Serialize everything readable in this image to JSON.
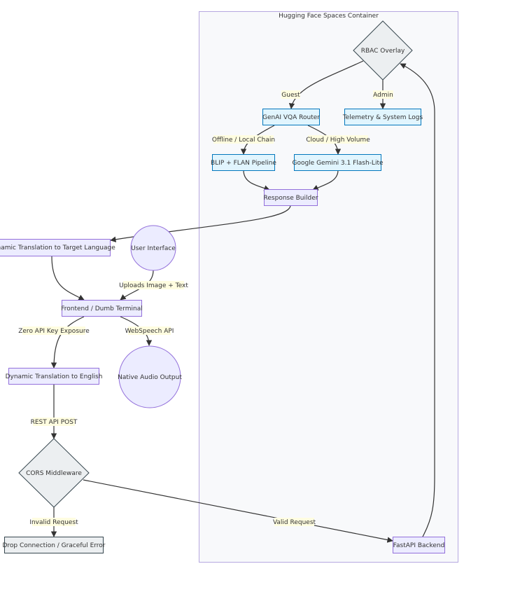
{
  "container": {
    "title": "Hugging Face Spaces Container"
  },
  "nodes": {
    "rbac": "RBAC Overlay",
    "router": "GenAI VQA Router",
    "telemetry": "Telemetry & System Logs",
    "blip": "BLIP + FLAN Pipeline",
    "gemini": "Google Gemini 3.1 Flash-Lite",
    "builder": "Response Builder",
    "translate_target": "Dynamic Translation to Target Language",
    "ui": "User Interface",
    "frontend": "Frontend / Dumb Terminal",
    "translate_en": "Dynamic Translation to English",
    "audio": "Native Audio Output",
    "cors": "CORS Middleware",
    "drop": "Drop Connection / Graceful Error",
    "fastapi": "FastAPI Backend"
  },
  "edges": {
    "guest": "Guest",
    "admin": "Admin",
    "offline": "Offline / Local Chain",
    "cloud": "Cloud / High Volume",
    "uploads": "Uploads Image + Text",
    "zero_api": "Zero API Key Exposure",
    "webspeech": "WebSpeech API",
    "rest": "REST API POST",
    "invalid": "Invalid Request",
    "valid": "Valid Request"
  },
  "colors": {
    "container_fill": "#f8f9fb",
    "container_stroke": "#b6a8e0",
    "default_fill": "#ececff",
    "default_stroke": "#9370db",
    "blue_fill": "#e1f5fe",
    "blue_stroke": "#0277bd",
    "gray_fill": "#eceff1",
    "gray_stroke": "#37474f",
    "label_bg": "#fffde0",
    "edge": "#333333"
  }
}
